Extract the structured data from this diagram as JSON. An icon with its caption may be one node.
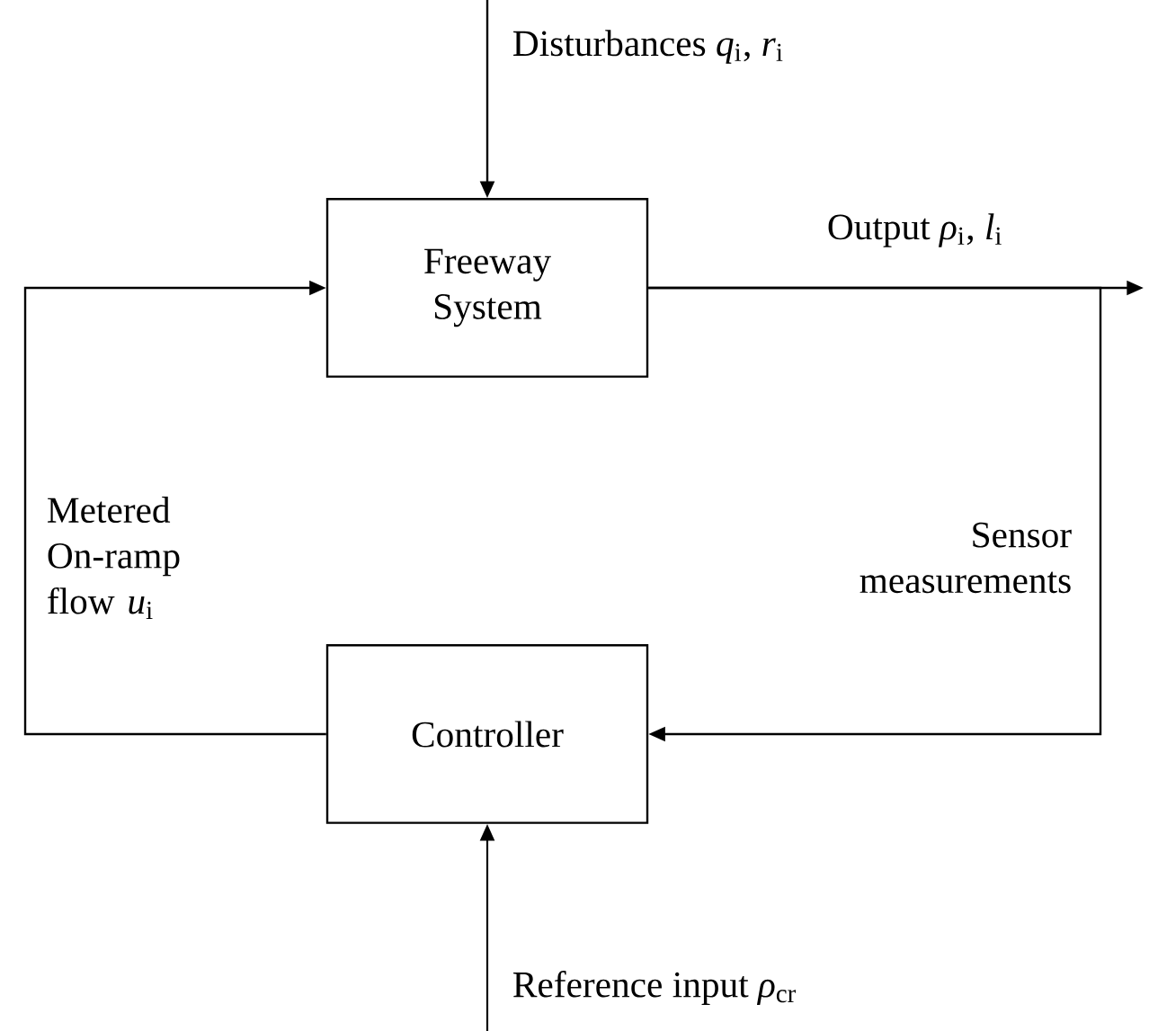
{
  "diagram": {
    "nodes": [
      {
        "text": [
          "Freeway System"
        ]
      },
      {
        "text": [
          "Controller"
        ]
      }
    ],
    "edges": [
      {
        "from": null,
        "to": 0,
        "arrow": "to",
        "label": "Disturbances *q*$_{i}$, *r*$_{i}$"
      },
      {
        "from": 0,
        "to": null,
        "arrow": "to",
        "label": "Output *ρ*$_{i}$, *l*$_{i}$"
      },
      {
        "from": 0,
        "to": 1,
        "arrow": "to",
        "label": "Sensor measurements"
      },
      {
        "from": 1,
        "to": 0,
        "arrow": "to",
        "label": "Metered On-ramp flow *u*$_{i}$"
      },
      {
        "from": null,
        "to": 1,
        "arrow": "to",
        "label": "Reference input *ρ*$_{cr}$"
      }
    ]
  }
}
